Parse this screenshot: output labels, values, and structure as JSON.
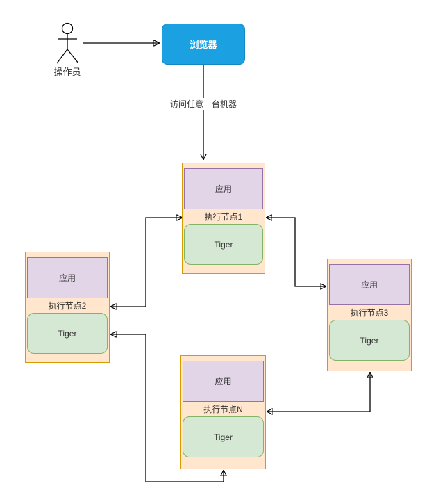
{
  "diagram": {
    "actor": {
      "label": "操作员"
    },
    "browser": {
      "label": "浏览器"
    },
    "edges": {
      "browser_to_node1_label": "访问任意一台机器"
    },
    "nodes": [
      {
        "app": "应用",
        "name": "执行节点1",
        "engine": "Tiger"
      },
      {
        "app": "应用",
        "name": "执行节点2",
        "engine": "Tiger"
      },
      {
        "app": "应用",
        "name": "执行节点3",
        "engine": "Tiger"
      },
      {
        "app": "应用",
        "name": "执行节点N",
        "engine": "Tiger"
      }
    ],
    "colors": {
      "browser_fill": "#1BA1E2",
      "browser_border": "#1287C3",
      "browser_text_color": "#FFFFFF",
      "node_fill": "#FFE6CC",
      "node_border": "#D79B00",
      "app_fill": "#E1D5E7",
      "app_border": "#9673A6",
      "engine_fill": "#D5E8D4",
      "engine_border": "#82B366",
      "line_color": "#000000",
      "text_color": "#333333"
    }
  }
}
